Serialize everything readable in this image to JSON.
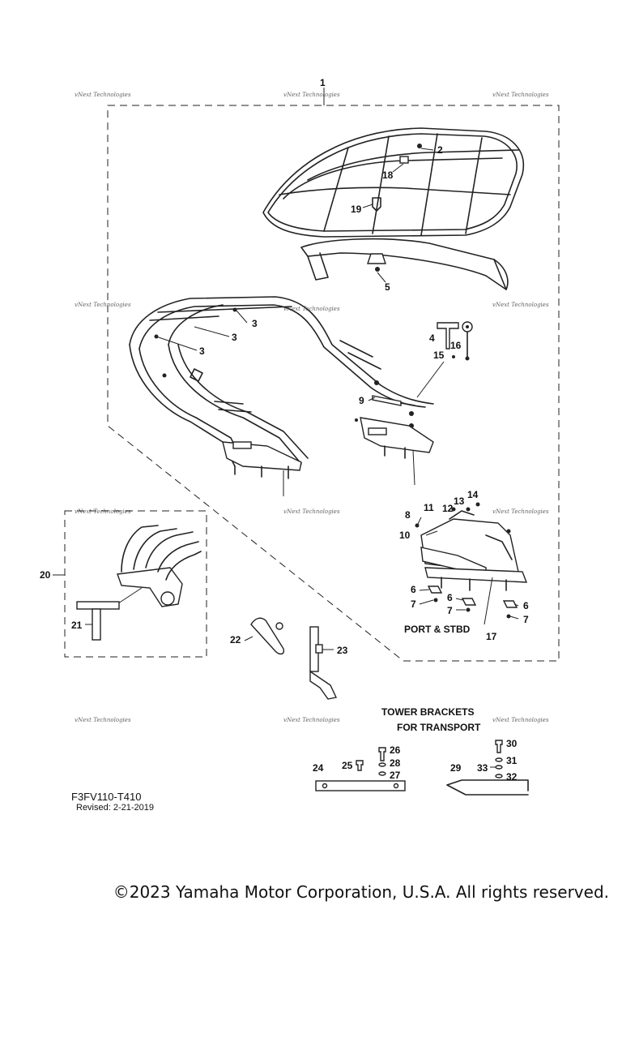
{
  "callouts": {
    "c1": "1",
    "c2": "2",
    "c3a": "3",
    "c3b": "3",
    "c3c": "3",
    "c4": "4",
    "c5": "5",
    "c6a": "6",
    "c6b": "6",
    "c6c": "6",
    "c7a": "7",
    "c7b": "7",
    "c7c": "7",
    "c8": "8",
    "c9": "9",
    "c10": "10",
    "c11": "11",
    "c12": "12",
    "c13": "13",
    "c14": "14",
    "c15": "15",
    "c16": "16",
    "c17": "17",
    "c18": "18",
    "c19": "19",
    "c20": "20",
    "c21": "21",
    "c22": "22",
    "c23": "23",
    "c24": "24",
    "c25": "25",
    "c26": "26",
    "c27": "27",
    "c28": "28",
    "c29": "29",
    "c30": "30",
    "c31": "31",
    "c32": "32",
    "c33": "33"
  },
  "labels": {
    "port_stbd": "PORT & STBD",
    "tower_brackets_line1": "TOWER BRACKETS",
    "tower_brackets_line2": "FOR TRANSPORT"
  },
  "footer": {
    "drawing_code": "F3FV110-T410",
    "revised": "Revised: 2-21-2019"
  },
  "watermark": "vNext Technologies",
  "copyright": "©2023 Yamaha Motor Corporation, U.S.A. All rights reserved."
}
